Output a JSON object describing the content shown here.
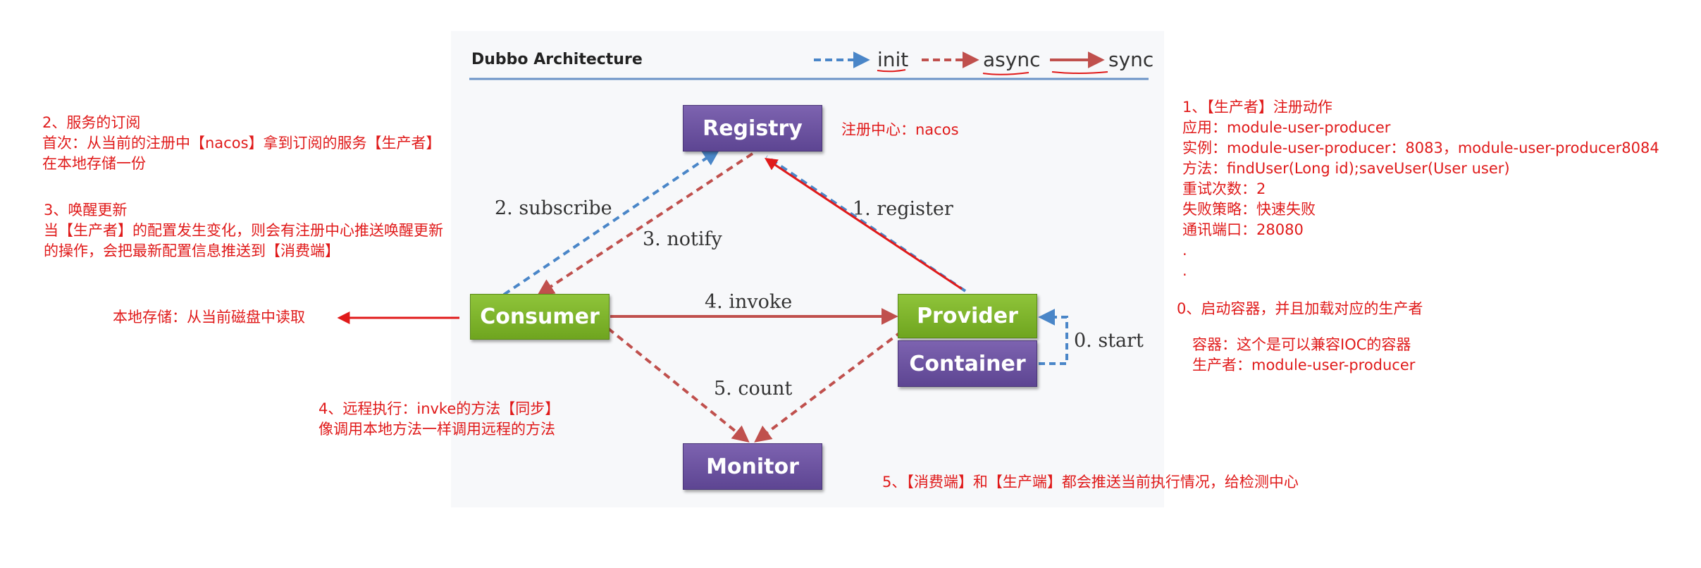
{
  "diagram": {
    "title": "Dubbo Architecture",
    "legend": {
      "init": "init",
      "async": "async",
      "sync": "sync"
    },
    "nodes": {
      "registry": "Registry",
      "consumer": "Consumer",
      "provider": "Provider",
      "container": "Container",
      "monitor": "Monitor"
    },
    "edges": {
      "register": "1. register",
      "subscribe": "2. subscribe",
      "notify": "3. notify",
      "invoke": "4. invoke",
      "count": "5. count",
      "start": "0. start"
    },
    "colors": {
      "init": "#4a86c8",
      "async": "#c0504d",
      "sync": "#c0504d",
      "note": "#e01a1a",
      "node_purple": "#6a519f",
      "node_green": "#7fb52b"
    }
  },
  "annotations": {
    "registry_center": "注册中心：nacos",
    "subscribe_note": [
      "2、服务的订阅",
      "首次：从当前的注册中【nacos】拿到订阅的服务【生产者】",
      "在本地存储一份"
    ],
    "notify_note": [
      "3、唤醒更新",
      "当【生产者】的配置发生变化，则会有注册中心推送唤醒更新",
      "的操作，会把最新配置信息推送到【消费端】"
    ],
    "local_storage": "本地存储：从当前磁盘中读取",
    "invoke_note": [
      "4、远程执行：invke的方法【同步】",
      "像调用本地方法一样调用远程的方法"
    ],
    "register_note": [
      "1、【生产者】注册动作",
      "应用：module-user-producer",
      "实例：module-user-producer：8083，module-user-producer8084",
      "方法：findUser(Long id);saveUser(User user)",
      "重试次数：2",
      "失败策略：快速失败",
      "通讯端口：28080",
      ".",
      "."
    ],
    "start_note": "0、启动容器，并且加载对应的生产者",
    "container_note": [
      "容器：这个是可以兼容IOC的容器",
      "生产者：module-user-producer"
    ],
    "count_note": "5、【消费端】和【生产端】都会推送当前执行情况，给检测中心"
  }
}
